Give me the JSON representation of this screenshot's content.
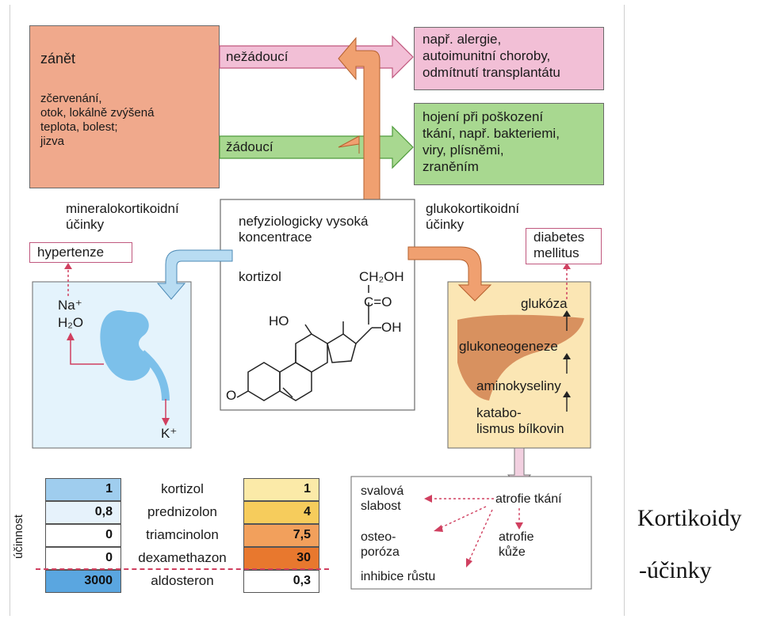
{
  "inflammation": {
    "title": "zánět",
    "symptoms": [
      "zčervenání,",
      "otok, lokálně zvýšená",
      "teplota, bolest;",
      "jizva"
    ],
    "undesired_label": "nežádoucí",
    "desired_label": "žádoucí",
    "undesired_effects": [
      "např. alergie,",
      "autoimunitní choroby,",
      "odmítnutí transplantátu"
    ],
    "desired_effects": [
      "hojení při poškození",
      "tkání, např. bakteriemi,",
      "viry, plísněmi,",
      "zraněním"
    ]
  },
  "center": {
    "concentration": [
      "nefyziologicky vysoká",
      "koncentrace"
    ],
    "substance": "kortizol",
    "formula_side_chain": [
      "CH₂OH",
      "C=O",
      "HO",
      "OH",
      "O"
    ]
  },
  "mineralocorticoid": {
    "heading": [
      "mineralokortikoidní",
      "účinky"
    ],
    "result": "hypertenze",
    "ions": [
      "Na⁺",
      "H₂O",
      "K⁺"
    ]
  },
  "glucocorticoid": {
    "heading": [
      "glukokortikoidní",
      "účinky"
    ],
    "result": [
      "diabetes",
      "mellitus"
    ],
    "pathway": [
      "glukóza",
      "glukoneogeneze",
      "aminokyseliny",
      "katabo-",
      "lismus bílkovin"
    ]
  },
  "potency_table": {
    "axis_label": "účinnost",
    "drugs": [
      "kortizol",
      "prednizolon",
      "triamcinolon",
      "dexamethazon",
      "aldosteron"
    ],
    "mineralocorticoid_values": [
      "1",
      "0,8",
      "0",
      "0",
      "3000"
    ],
    "glucocorticoid_values": [
      "1",
      "4",
      "7,5",
      "30",
      "0,3"
    ]
  },
  "tissue_effects": {
    "atrophy": "atrofie tkání",
    "muscle": [
      "svalová",
      "slabost"
    ],
    "bone": [
      "osteo-",
      "poróza"
    ],
    "skin": [
      "atrofie",
      "kůže"
    ],
    "growth": "inhibice růstu"
  },
  "slide": {
    "title": "Kortikoidy",
    "subtitle": "-účinky"
  },
  "colors": {
    "inflammation": "#f0a98c",
    "undesired": "#f2bfd6",
    "desired": "#a8d890",
    "mineral_blue": "#b8dcf2",
    "gluco_orange": "#f4b37a",
    "kidney": "#7cc0ea",
    "liver": "#d58a58"
  }
}
